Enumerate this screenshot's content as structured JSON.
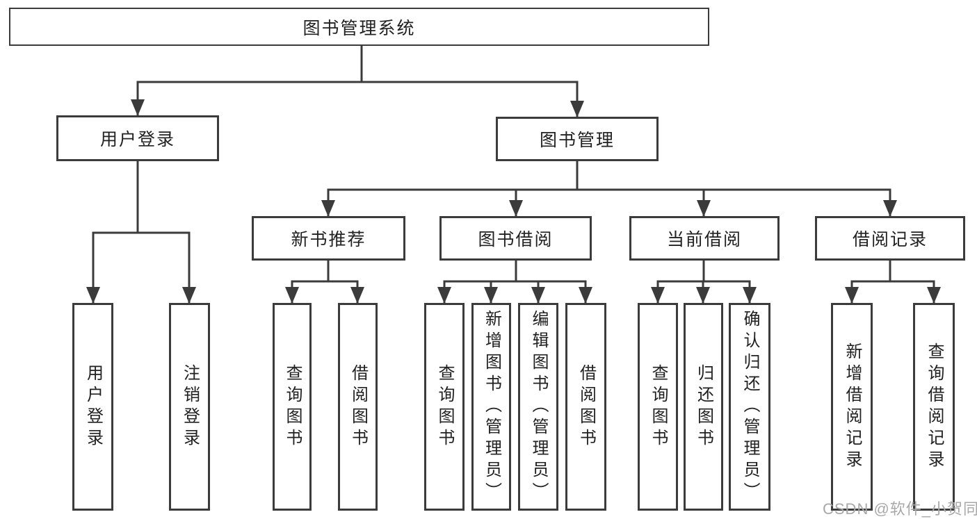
{
  "diagram_title": "图书管理系统",
  "tree": {
    "label": "图书管理系统",
    "children": [
      {
        "label": "用户登录",
        "children": [
          {
            "label": "用户登录"
          },
          {
            "label": "注销登录"
          }
        ]
      },
      {
        "label": "图书管理",
        "children": [
          {
            "label": "新书推荐",
            "children": [
              {
                "label": "查询图书"
              },
              {
                "label": "借阅图书"
              }
            ]
          },
          {
            "label": "图书借阅",
            "children": [
              {
                "label": "查询图书"
              },
              {
                "label": "新增图书（管理员）"
              },
              {
                "label": "编辑图书（管理员）"
              },
              {
                "label": "借阅图书"
              }
            ]
          },
          {
            "label": "当前借阅",
            "children": [
              {
                "label": "查询图书"
              },
              {
                "label": "归还图书"
              },
              {
                "label": "确认归还（管理员）"
              }
            ]
          },
          {
            "label": "借阅记录",
            "children": [
              {
                "label": "新增借阅记录"
              },
              {
                "label": "查询借阅记录"
              }
            ]
          }
        ]
      }
    ]
  },
  "watermark": "CSDN @软件_小贺同学",
  "colors": {
    "line": "#3b3b3b",
    "text": "#212121",
    "watermark": "#a8a8a8",
    "background": "#ffffff"
  }
}
